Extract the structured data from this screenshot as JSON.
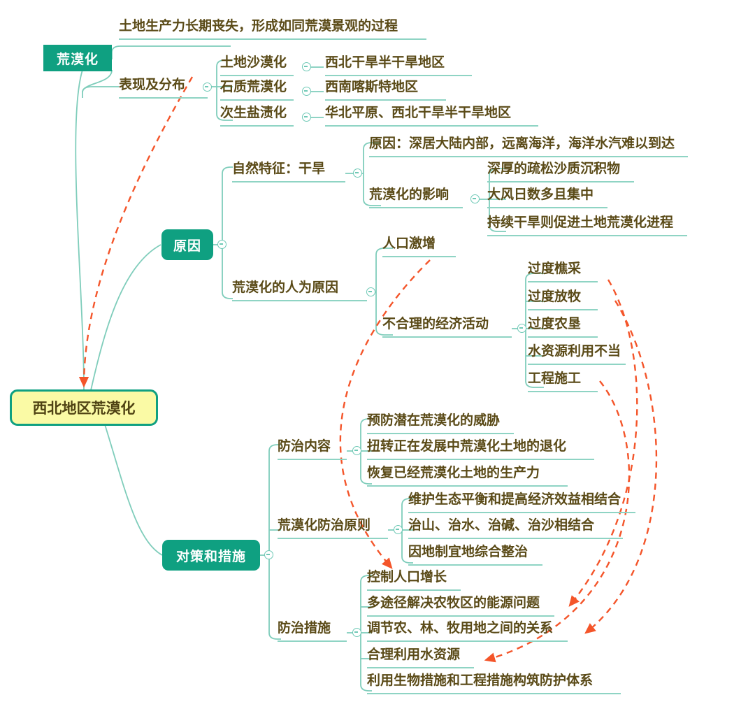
{
  "diagram": {
    "title": "西北地区荒漠化",
    "type": "mindmap",
    "accent_color": "#0FA081",
    "root_fill": "#FAFAA5",
    "root_text_color": "#4F4314",
    "leaf_text_color": "#5A4A17",
    "connector_color": "#7FCDBB",
    "relation_arrow_color": "#F4552A"
  },
  "root": {
    "label": "西北地区荒漠化"
  },
  "branches": {
    "b1": {
      "label": "荒漠化"
    },
    "b2": {
      "label": "原因"
    },
    "b3": {
      "label": "对策和措施"
    }
  },
  "nodes": {
    "n_def": "土地生产力长期丧失，形成如同荒漠景观的过程",
    "n_biaoxian": "表现及分布",
    "n_tudi": "土地沙漠化",
    "n_tudi_c": "西北干旱半干旱地区",
    "n_shizhi": "石质荒漠化",
    "n_shizhi_c": "西南喀斯特地区",
    "n_cisheng": "次生盐渍化",
    "n_cisheng_c": "华北平原、西北干旱半干旱地区",
    "n_ziran": "自然特征：干旱",
    "n_ziran_c1": "原因：深居大陆内部，远离海洋，海洋水汽难以到达",
    "n_yingxiang": "荒漠化的影响",
    "n_yingxiang_c1": "深厚的疏松沙质沉积物",
    "n_yingxiang_c2": "大风日数多且集中",
    "n_yingxiang_c3": "持续干旱则促进土地荒漠化进程",
    "n_renwei": "荒漠化的人为原因",
    "n_renkou": "人口激增",
    "n_jingji": "不合理的经济活动",
    "n_jingji_c1": "过度樵采",
    "n_jingji_c2": "过度放牧",
    "n_jingji_c3": "过度农垦",
    "n_jingji_c4": "水资源利用不当",
    "n_jingji_c5": "工程施工",
    "n_neirong": "防治内容",
    "n_neirong_c1": "预防潜在荒漠化的威胁",
    "n_neirong_c2": "扭转正在发展中荒漠化土地的退化",
    "n_neirong_c3": "恢复已经荒漠化土地的生产力",
    "n_yuanze": "荒漠化防治原则",
    "n_yuanze_c1": "维护生态平衡和提高经济效益相结合",
    "n_yuanze_c2": "治山、治水、治碱、治沙相结合",
    "n_yuanze_c3": "因地制宜地综合整治",
    "n_cuoshi": "防治措施",
    "n_cuoshi_c1": "控制人口增长",
    "n_cuoshi_c2": "多途径解决农牧区的能源问题",
    "n_cuoshi_c3": "调节农、林、牧用地之间的关系",
    "n_cuoshi_c4": "合理利用水资源",
    "n_cuoshi_c5": "利用生物措施和工程措施构筑防护体系"
  }
}
